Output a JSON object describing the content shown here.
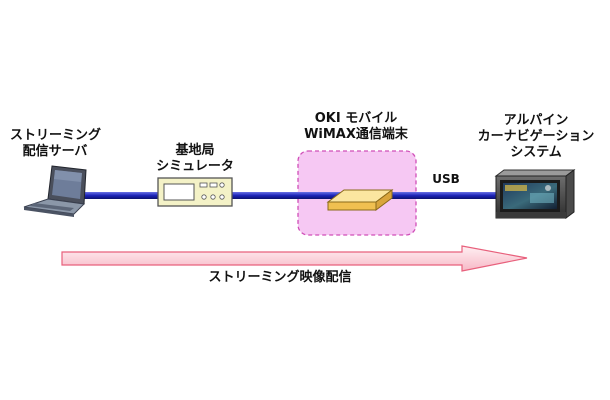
{
  "nodes": {
    "server": {
      "label_line1": "ストリーミング",
      "label_line2": "配信サーバ"
    },
    "base_station": {
      "label_line1": "基地局",
      "label_line2": "シミュレータ"
    },
    "terminal": {
      "label_line1": "OKI モバイル",
      "label_line2": "WiMAX通信端末"
    },
    "car_nav": {
      "label_line1": "アルパイン",
      "label_line2": "カーナビゲーション",
      "label_line3": "システム"
    }
  },
  "links": {
    "usb_label": "USB"
  },
  "flow": {
    "label": "ストリーミング映像配信"
  },
  "colors": {
    "link_blue": "#1b23b8",
    "wimax_zone_fill": "#f6c8f3",
    "wimax_zone_border": "#d04fb8",
    "flow_arrow_fill": "#fbd3dc",
    "flow_arrow_stroke": "#e8607c",
    "terminal_body": "#f7d06a"
  }
}
